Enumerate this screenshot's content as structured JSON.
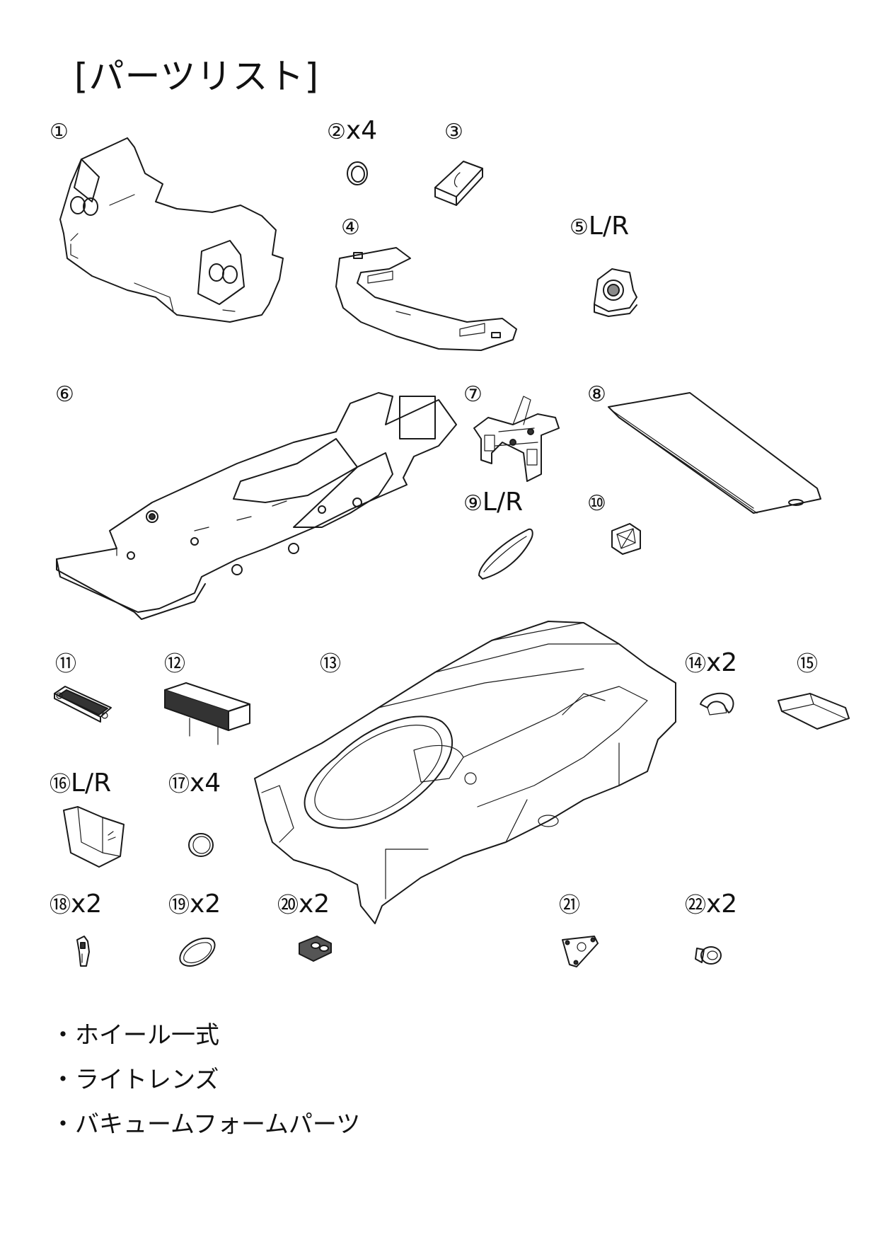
{
  "title": "[パーツリスト]",
  "parts": [
    {
      "num": "①",
      "suffix": ""
    },
    {
      "num": "②",
      "suffix": "x4"
    },
    {
      "num": "③",
      "suffix": ""
    },
    {
      "num": "④",
      "suffix": ""
    },
    {
      "num": "⑤",
      "suffix": "L/R"
    },
    {
      "num": "⑥",
      "suffix": ""
    },
    {
      "num": "⑦",
      "suffix": ""
    },
    {
      "num": "⑧",
      "suffix": ""
    },
    {
      "num": "⑨",
      "suffix": "L/R"
    },
    {
      "num": "⑩",
      "suffix": ""
    },
    {
      "num": "⑪",
      "suffix": ""
    },
    {
      "num": "⑫",
      "suffix": ""
    },
    {
      "num": "⑬",
      "suffix": ""
    },
    {
      "num": "⑭",
      "suffix": "x2"
    },
    {
      "num": "⑮",
      "suffix": ""
    },
    {
      "num": "⑯",
      "suffix": "L/R"
    },
    {
      "num": "⑰",
      "suffix": "x4"
    },
    {
      "num": "⑱",
      "suffix": "x2"
    },
    {
      "num": "⑲",
      "suffix": "x2"
    },
    {
      "num": "⑳",
      "suffix": "x2"
    },
    {
      "num": "㉑",
      "suffix": ""
    },
    {
      "num": "㉒",
      "suffix": "x2"
    }
  ],
  "notes": [
    "・ホイール一式",
    "・ライトレンズ",
    "・バキュームフォームパーツ"
  ]
}
